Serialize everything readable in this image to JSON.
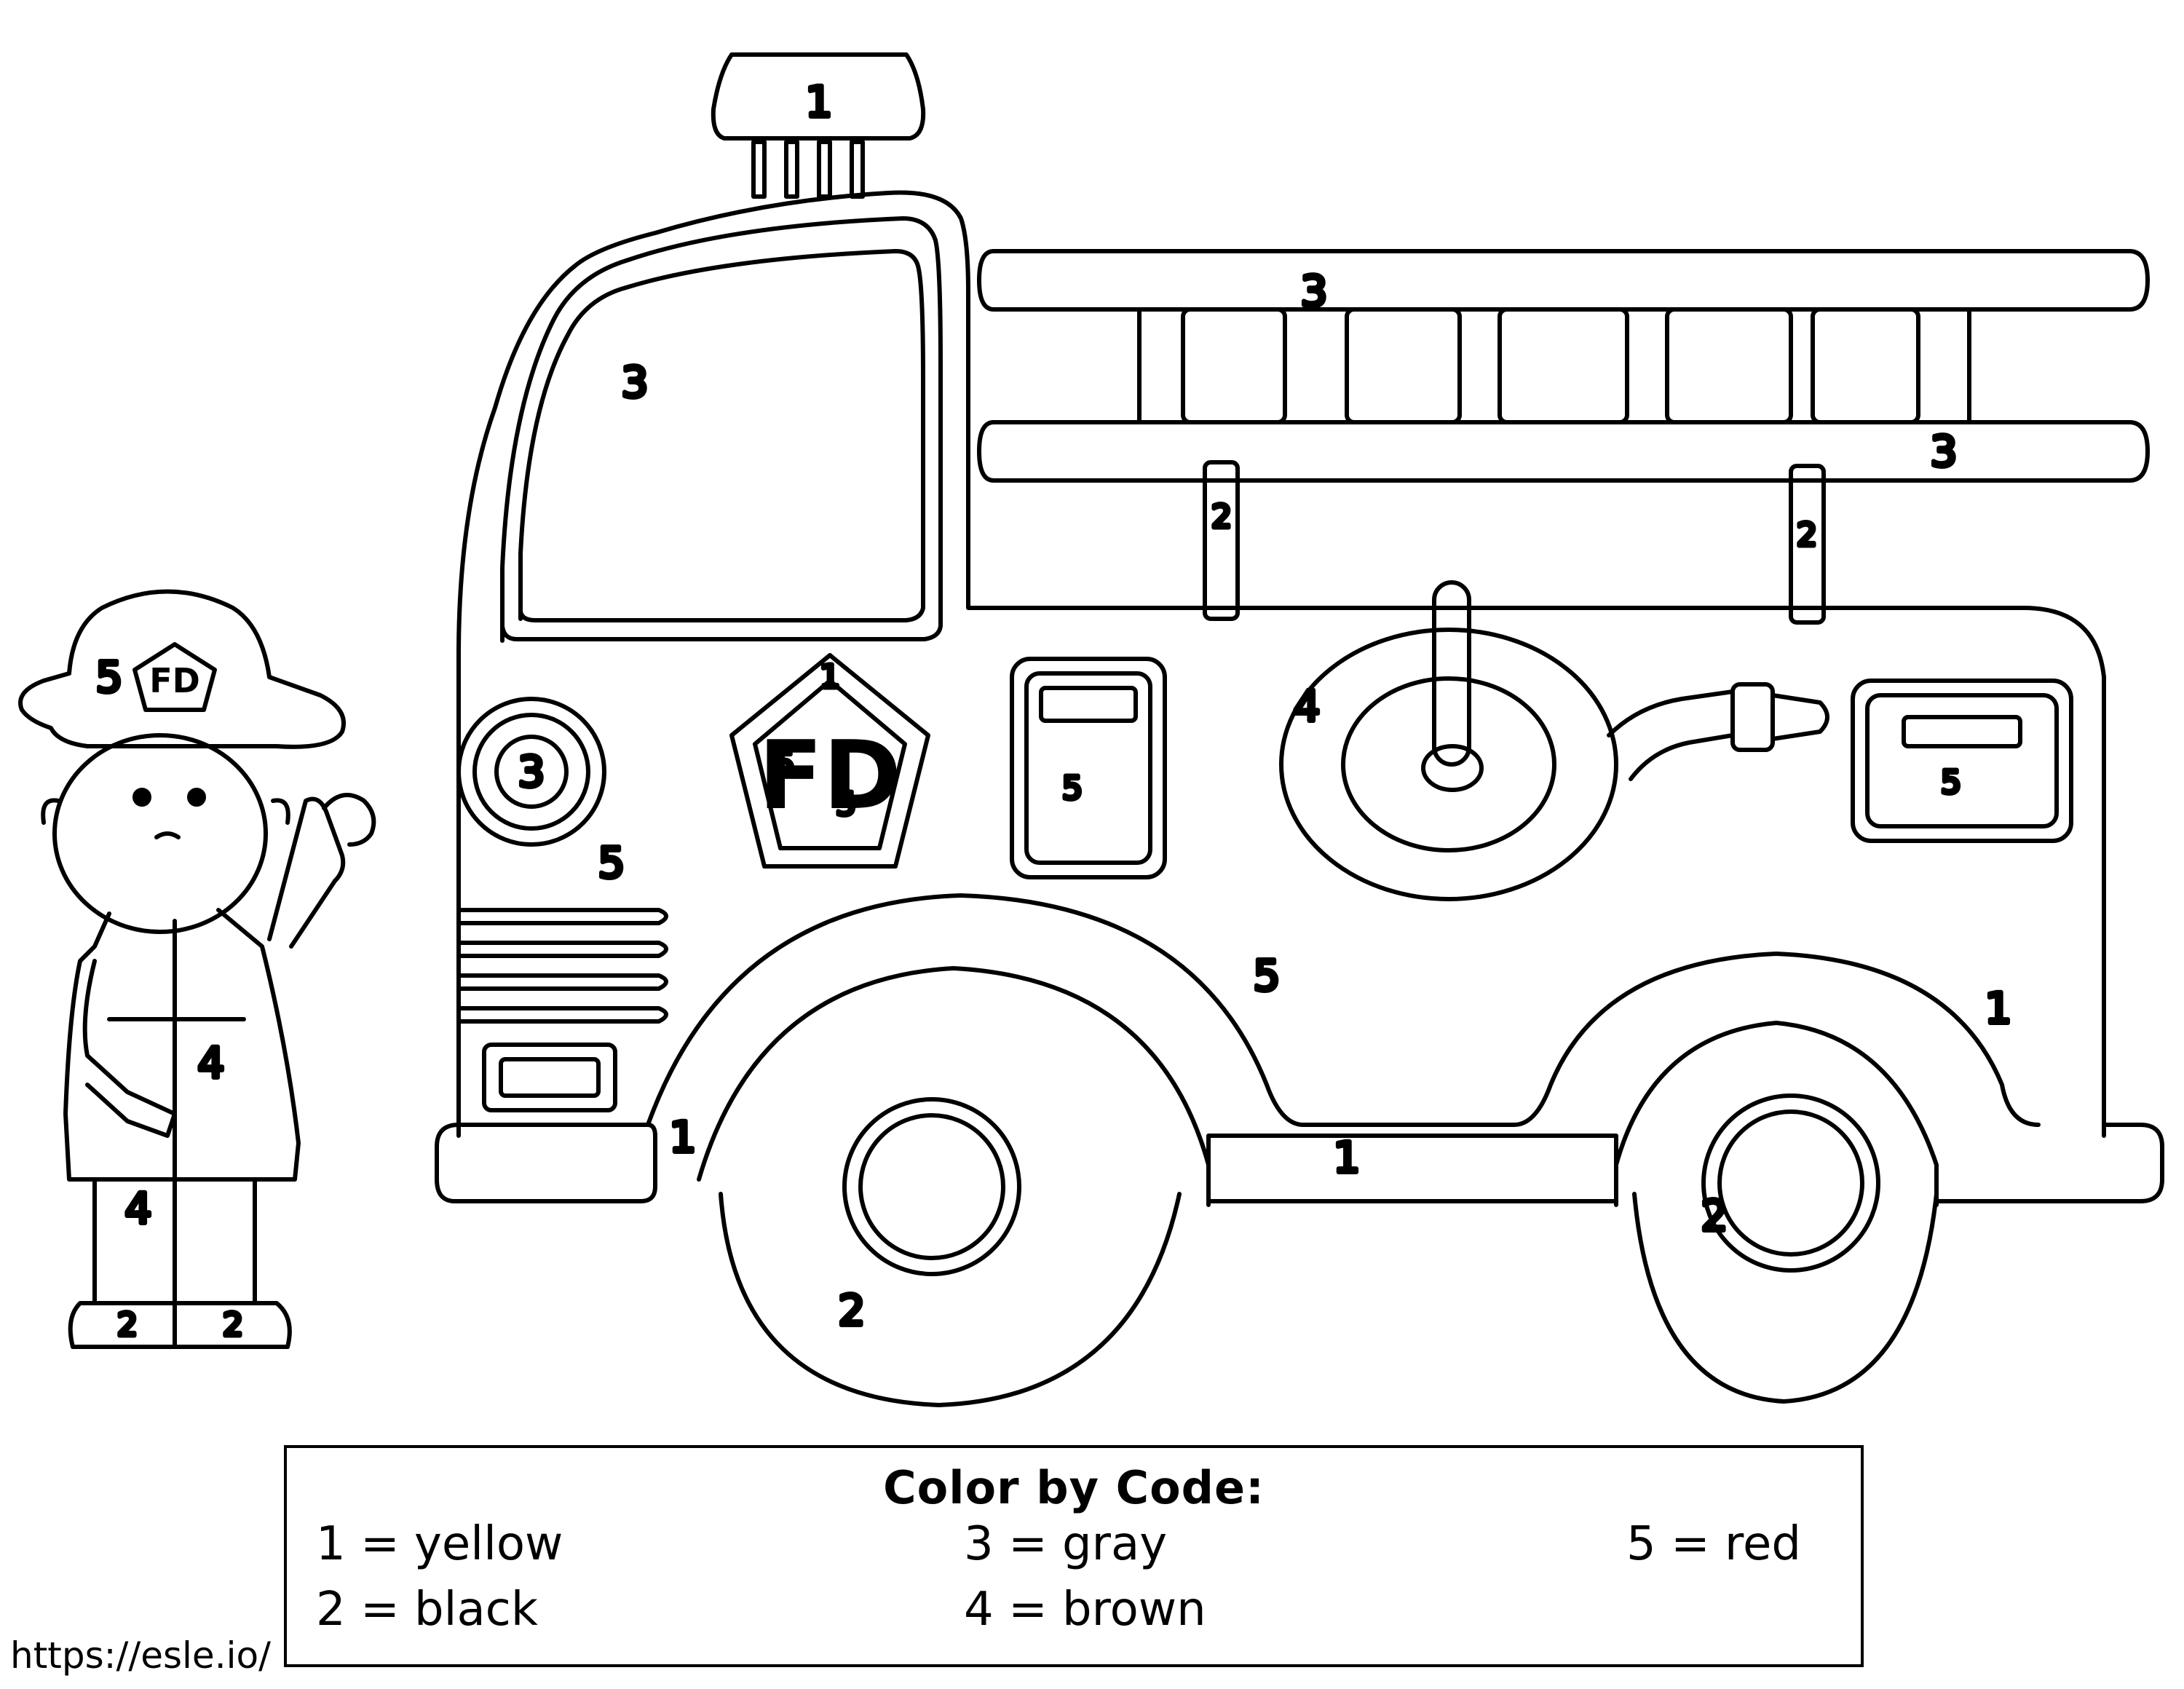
{
  "regions": {
    "light_number": "1",
    "truck_window": "3",
    "ladder_top": "3",
    "ladder_bottom": "3",
    "ladder_post_left": "2",
    "ladder_post_right": "2",
    "headlight": "3",
    "badge_top": "1",
    "badge_f": "5",
    "badge_d": "5",
    "door_left": "5",
    "door_right": "5",
    "hose": "4",
    "body_upper": "5",
    "body_lower": "5",
    "fender_right": "1",
    "bumper_left": "1",
    "bumper_mid": "1",
    "wheel_left": "2",
    "wheel_right": "2",
    "helmet": "5",
    "coat": "4",
    "pants": "4",
    "boot_left": "2",
    "boot_right": "2"
  },
  "badge_text": "FD",
  "helmet_badge_text": "FD",
  "legend": {
    "title": "Color by Code:",
    "items": [
      {
        "label": "1 = yellow"
      },
      {
        "label": "2 = black"
      },
      {
        "label": "3 = gray"
      },
      {
        "label": "4 = brown"
      },
      {
        "label": "5 = red"
      }
    ]
  },
  "credit": "https://esle.io/"
}
